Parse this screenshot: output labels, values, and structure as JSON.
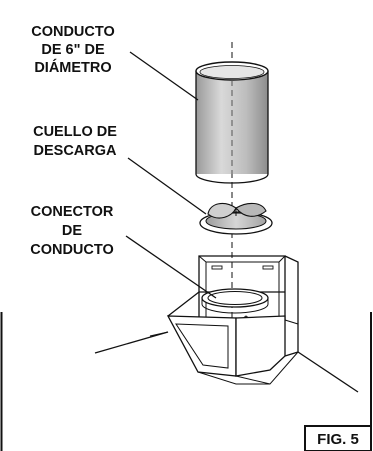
{
  "labels": {
    "duct": [
      "CONDUCTO",
      "DE 6\" DE",
      "DIÁMETRO"
    ],
    "collar": [
      "CUELLO DE",
      "DESCARGA"
    ],
    "connector": [
      "CONECTOR",
      "DE",
      "CONDUCTO"
    ]
  },
  "figure_label": "FIG. 5",
  "colors": {
    "ink": "#111111",
    "duct_fill": "#c8c8c8",
    "collar_fill": "#bdbdbd",
    "hood_fill": "#ffffff",
    "background": "#ffffff"
  }
}
